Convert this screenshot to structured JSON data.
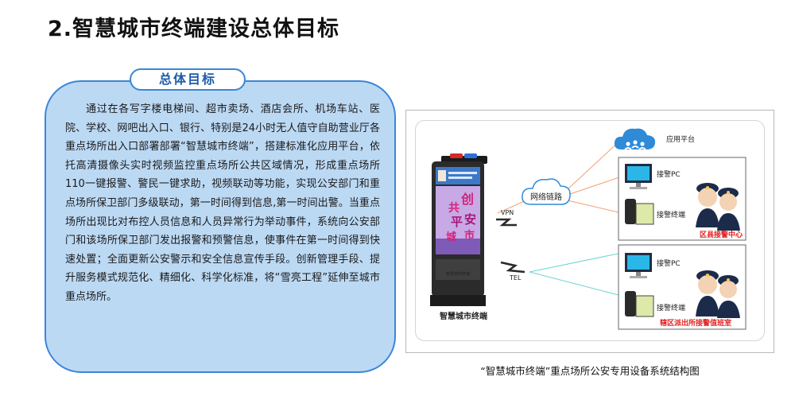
{
  "page": {
    "title": "2.智慧城市终端建设总体目标"
  },
  "goal": {
    "tab_label": "总体目标",
    "body": "通过在各写字楼电梯间、超市卖场、酒店会所、机场车站、医院、学校、网吧出入口、银行、特别是24小时无人值守自助营业厅各重点场所出入口部署部署“智慧城市终端”，搭建标准化应用平台，依托高清摄像头实时视频监控重点场所公共区域情况，形成重点场所110一键报警、警民一键求助，视频联动等功能，实现公安部门和重点场所保卫部门多级联动，第一时间得到信息,第一时间出警。当重点场所出现比对布控人员信息和人员异常行为举动事件，系统向公安部门和该场所保卫部门发出报警和预警信息，使事件在第一时间得到快速处置；全面更新公安警示和安全信息宣传手段。创新管理手段、提升服务模式规范化、精细化、科学化标准，将“雪亮工程”延伸至城市重点场所。"
  },
  "diagram": {
    "terminal_label": "智慧城市终端",
    "screen_banner": "共创平安城市",
    "screen_chars": [
      "共",
      "创",
      "平",
      "安",
      "城",
      "市"
    ],
    "network_label": "网络链路",
    "vpn_label": "VPN",
    "tel_label": "TEL",
    "app_platform_label": "应用平台",
    "top_box": {
      "pc_label": "接警PC",
      "terminal_label": "接警终端",
      "banner": "区县接警中心"
    },
    "bottom_box": {
      "pc_label": "接警PC",
      "terminal_label": "接警终端",
      "banner": "辖区派出所接警值班室"
    },
    "caption": "“智慧城市终端”重点场所公安专用设备系统结构图"
  },
  "colors": {
    "card_fill": "#bcd9f4",
    "card_border": "#3a86d8",
    "tab_text": "#1f5ba8",
    "cloud": "#2f8ad8",
    "line_orange": "#f1a070",
    "line_cyan": "#69d6d0",
    "alert_red": "#e41c1c",
    "police_navy": "#1c2b4a"
  }
}
